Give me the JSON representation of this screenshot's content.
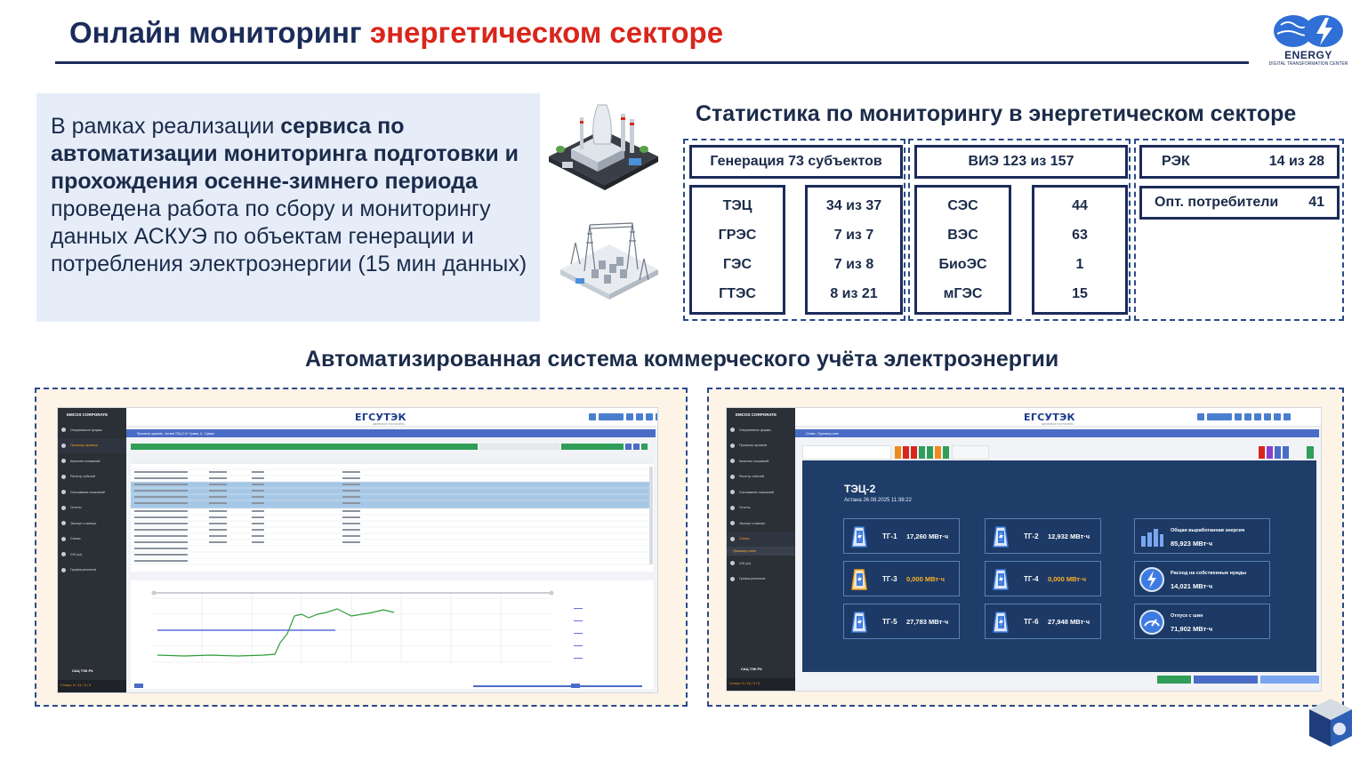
{
  "header": {
    "title_part1": "Онлайн мониторинг ",
    "title_part2": "энергетическом секторе",
    "logo_text": "ENERGY",
    "logo_sub": "DIGITAL TRANSFORMATION CENTER"
  },
  "intro": {
    "t1": "В рамках реализации ",
    "b1": "сервиса по автоматизации мониторинга подготовки и прохождения осенне-зимнего периода",
    "t2": " проведена работа по сбору и мониторингу данных АСКУЭ по объектам генерации и потребления электроэнергии (15 мин данных)"
  },
  "stats": {
    "title": "Статистика по мониторингу в энергетическом секторе",
    "generation": {
      "header": "Генерация 73 субъектов",
      "types": [
        "ТЭЦ",
        "ГРЭС",
        "ГЭС",
        "ГТЭС"
      ],
      "values": [
        "34 из 37",
        "7 из 7",
        "7 из 8",
        "8 из 21"
      ]
    },
    "renewable": {
      "header": "ВИЭ 123 из 157",
      "types": [
        "СЭС",
        "ВЭС",
        "БиоЭС",
        "мГЭС"
      ],
      "values": [
        "44",
        "63",
        "1",
        "15"
      ]
    },
    "rek": {
      "label": "РЭК",
      "value": "14 из 28"
    },
    "consumers": {
      "label": "Опт. потребители",
      "value": "41"
    }
  },
  "ascue": {
    "title": "Автоматизированная система коммерческого учёта электроэнергии"
  },
  "app": {
    "brand": "ЕГСУТЭК",
    "brand_sub": "ЦИФРОВАЯ ПЛАТФОРМА",
    "sidebar_brand": "EMCOS CORPORATE",
    "sidebar_logo": "САЦ ТЭК РК",
    "status": "Статус: 0 / 41 / 0 / 0",
    "status2": "Статус: 0 / 13 / 0 / 0",
    "menu_left": [
      "Оперативные формы",
      "Просмотр архивов",
      "Качество показаний",
      "Регистр событий",
      "Считывание показаний",
      "Отчеты",
      "Экспорт и импорт",
      "Схемы",
      "GIS (кл)",
      "График ремонтов"
    ],
    "menu_right": [
      "Оперативные формы",
      "Просмотр архивов",
      "Качество показаний",
      "Регистр событий",
      "Считывание показаний",
      "Отчеты",
      "Экспорт и импорт",
      "Схемы",
      "Просмотр схем",
      "GIS (кл)",
      "График ремонтов"
    ],
    "crumb_left": "Просмотр архивов - Астана ТЭЦ-2 А+ Сумма, А - Сумма",
    "crumb_right": "Схемы - Просмотр схем"
  },
  "dashboard": {
    "plant": "ТЭЦ-2",
    "datetime": "Астана  26.08.2025 11:38:22",
    "tiles": [
      {
        "name": "ТГ-1",
        "value": "17,260 МВт·ч",
        "warn": false
      },
      {
        "name": "ТГ-2",
        "value": "12,932 МВт·ч",
        "warn": false
      },
      {
        "name": "ТГ-3",
        "value": "0,000 МВт·ч",
        "warn": true
      },
      {
        "name": "ТГ-4",
        "value": "0,000 МВт·ч",
        "warn": true
      },
      {
        "name": "ТГ-5",
        "value": "27,783 МВт·ч",
        "warn": false
      },
      {
        "name": "ТГ-6",
        "value": "27,948 МВт·ч",
        "warn": false
      }
    ],
    "right": [
      {
        "label": "Общая выработанная энергия",
        "value": "85,923 МВт·ч"
      },
      {
        "label": "Расход на собственные нужды",
        "value": "14,021 МВт·ч"
      },
      {
        "label": "Отпуск с шин",
        "value": "71,902 МВт·ч"
      }
    ]
  },
  "colors": {
    "accent_red": "#d9261c",
    "navy": "#1b2b5a",
    "panel_blue": "#1e3d69",
    "warn": "#ffb023"
  }
}
